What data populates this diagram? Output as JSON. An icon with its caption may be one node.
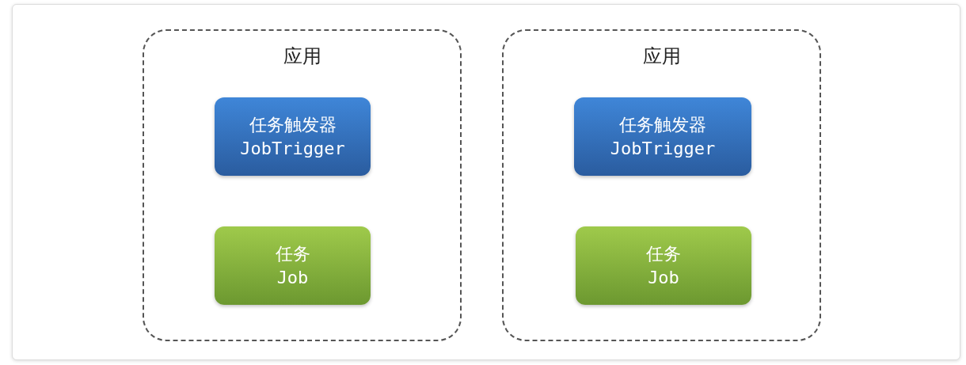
{
  "diagram": {
    "nodes": [
      {
        "text": [
          "应用"
        ]
      },
      {
        "text": [
          "任务触发器",
          "JobTrigger"
        ],
        "in": 0
      },
      {
        "text": [
          "任务",
          "Job"
        ],
        "in": 0
      },
      {
        "text": [
          "应用"
        ]
      },
      {
        "text": [
          "任务触发器",
          "JobTrigger"
        ],
        "in": 3
      },
      {
        "text": [
          "任务",
          "Job"
        ],
        "in": 3
      }
    ]
  }
}
